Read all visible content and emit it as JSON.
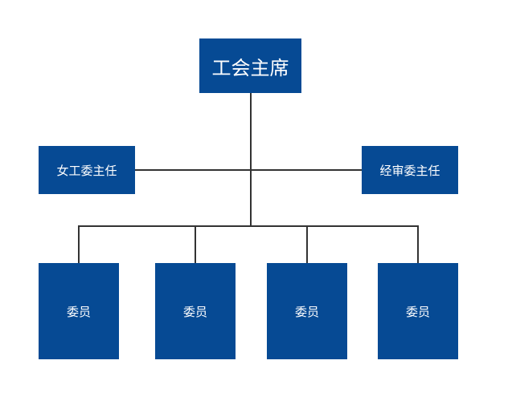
{
  "chart": {
    "chair": "工会主席",
    "left_director": "女工委主任",
    "right_director": "经审委主任",
    "members": [
      "委员",
      "委员",
      "委员",
      "委员"
    ]
  },
  "colors": {
    "box_fill": "#064a94",
    "box_text": "#ffffff",
    "connector": "#333333"
  }
}
